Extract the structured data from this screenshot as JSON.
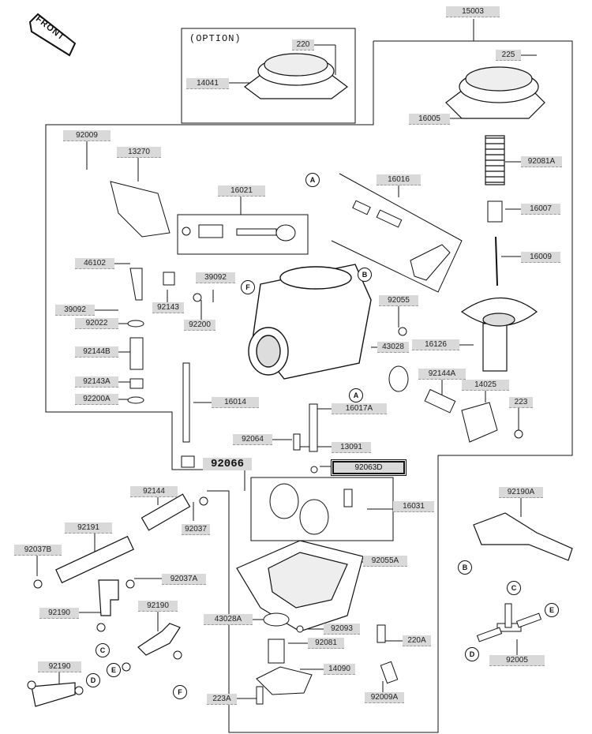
{
  "header": {
    "front_label": "FRONT",
    "option_label": "(OPTION)"
  },
  "parts": {
    "p15003": "15003",
    "p220": "220",
    "p14041": "14041",
    "p225": "225",
    "p16005": "16005",
    "p92009": "92009",
    "p13270": "13270",
    "p16021": "16021",
    "p16016": "16016",
    "p92081A": "92081A",
    "p16007": "16007",
    "p16009": "16009",
    "p46102": "46102",
    "p39092a": "39092",
    "p39092b": "39092",
    "p92143": "92143",
    "p92022": "92022",
    "p92200": "92200",
    "p92055": "92055",
    "p43028": "43028",
    "p16126": "16126",
    "p92144B": "92144B",
    "p92144A": "92144A",
    "p14025": "14025",
    "p92143A": "92143A",
    "p92200A": "92200A",
    "p16014": "16014",
    "p16017A": "16017A",
    "p223": "223",
    "p92064": "92064",
    "p13091": "13091",
    "p92066": "92066",
    "p92063D": "92063D",
    "p92144": "92144",
    "p16031": "16031",
    "p92190A": "92190A",
    "p92191": "92191",
    "p92037": "92037",
    "p92037B": "92037B",
    "p92055A": "92055A",
    "p92037A": "92037A",
    "p92190a": "92190",
    "p92190b": "92190",
    "p43028A": "43028A",
    "p92093": "92093",
    "p220A": "220A",
    "p92081": "92081",
    "p92005": "92005",
    "p92190c": "92190",
    "p14090": "14090",
    "p223A": "223A",
    "p92009A": "92009A"
  },
  "callouts": {
    "A1": "A",
    "A2": "A",
    "B1": "B",
    "B2": "B",
    "F1": "F",
    "F2": "F",
    "C1": "C",
    "C2": "C",
    "D1": "D",
    "D2": "D",
    "E1": "E",
    "E2": "E"
  }
}
